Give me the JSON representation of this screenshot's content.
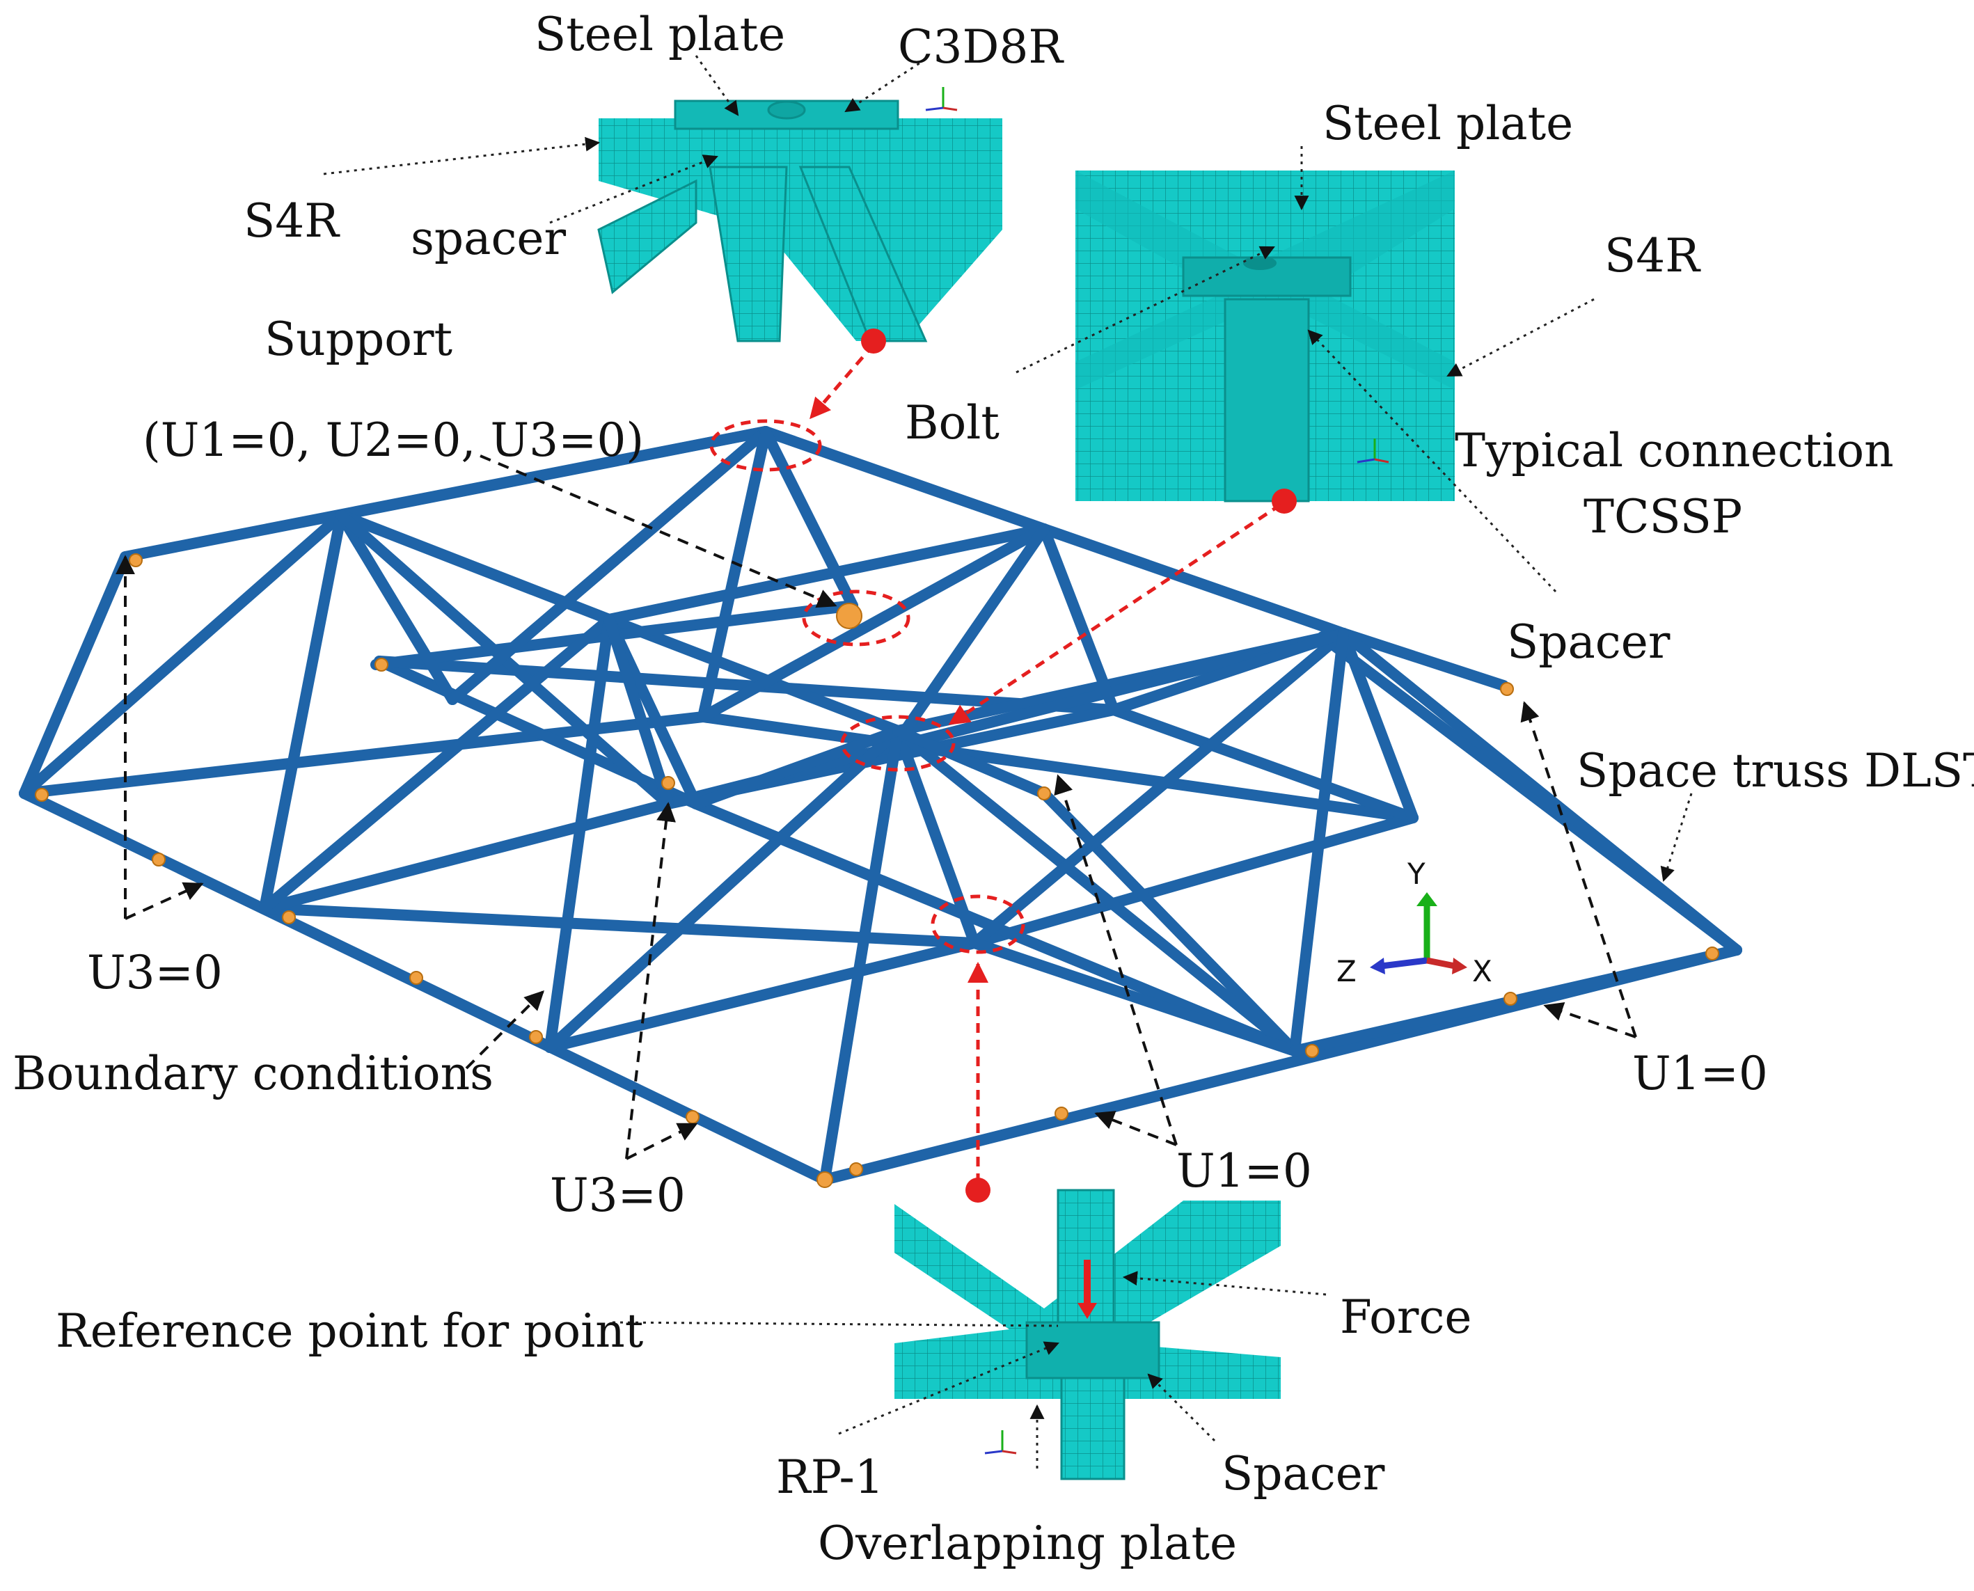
{
  "labels": {
    "steel_plate_top": "Steel plate",
    "c3d8r": "C3D8R",
    "s4r_left": "S4R",
    "spacer_lower": "spacer",
    "support": "Support",
    "support_bc": "(U1=0, U2=0, U3=0)",
    "bolt": "Bolt",
    "steel_plate_right": "Steel plate",
    "s4r_right": "S4R",
    "typical_connection": "Typical connection",
    "tcssp": "TCSSP",
    "spacer_right": "Spacer",
    "space_truss": "Space truss DLST",
    "u3_left": "U3=0",
    "boundary_conditions": "Boundary conditions",
    "u3_bottom": "U3=0",
    "u1_bottom": "U1=0",
    "u1_right": "U1=0",
    "reference_point": "Reference point for point",
    "force": "Force",
    "rp1": "RP-1",
    "spacer_bottom": "Spacer",
    "overlapping_plate": "Overlapping plate"
  },
  "axes": {
    "y": "Y",
    "z": "Z",
    "x": "X"
  },
  "colors": {
    "truss": "#1f64a8",
    "mesh": "#13c7c4",
    "annotation_red": "#e51f1f",
    "support_marker": "#f0a040"
  }
}
